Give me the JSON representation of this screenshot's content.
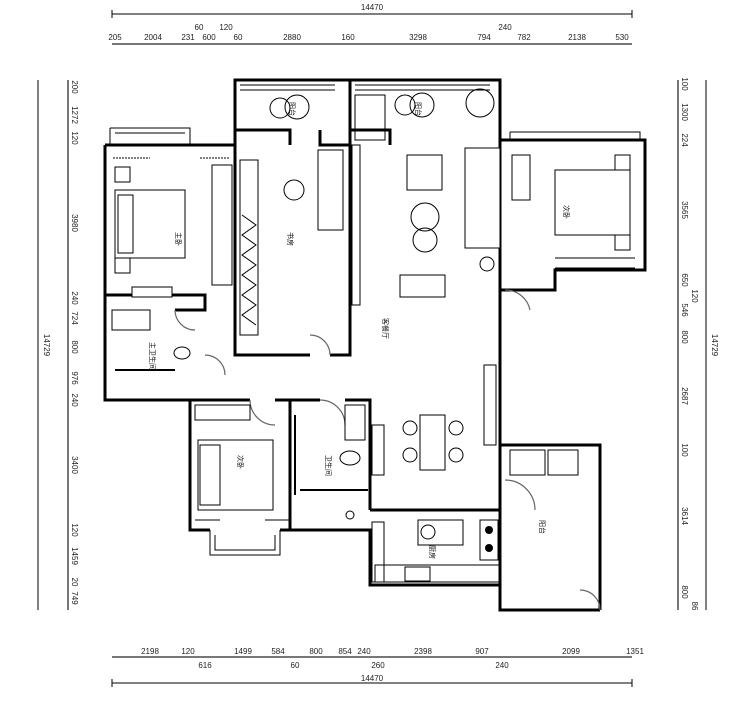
{
  "plan": {
    "total_width": "14470",
    "total_height": "14729",
    "top_dimensions": [
      "205",
      "2004",
      "231",
      "60",
      "600",
      "120",
      "60",
      "2880",
      "160",
      "3298",
      "794",
      "240",
      "782",
      "2138",
      "530"
    ],
    "bottom_dimensions": [
      "2198",
      "120",
      "616",
      "1499",
      "584",
      "60",
      "800",
      "854",
      "240",
      "260",
      "2398",
      "907",
      "240",
      "2099",
      "1351"
    ],
    "left_dimensions": [
      "200",
      "1272",
      "120",
      "3980",
      "240",
      "724",
      "800",
      "976",
      "240",
      "3400",
      "120",
      "1459",
      "20",
      "749"
    ],
    "right_dimensions": [
      "100",
      "1300",
      "224",
      "3565",
      "650",
      "120",
      "546",
      "800",
      "2687",
      "100",
      "3614",
      "800",
      "86"
    ]
  },
  "rooms": {
    "balcony_left": "阳台",
    "balcony_right": "阳台",
    "study": "书房",
    "master_bedroom": "主卧",
    "master_bathroom": "主卫生间",
    "living_dining": "客餐厅",
    "bedroom_right": "次卧",
    "second_bedroom": "次卧",
    "bathroom": "卫生间",
    "kitchen": "厨房",
    "balcony_service": "阳台"
  }
}
